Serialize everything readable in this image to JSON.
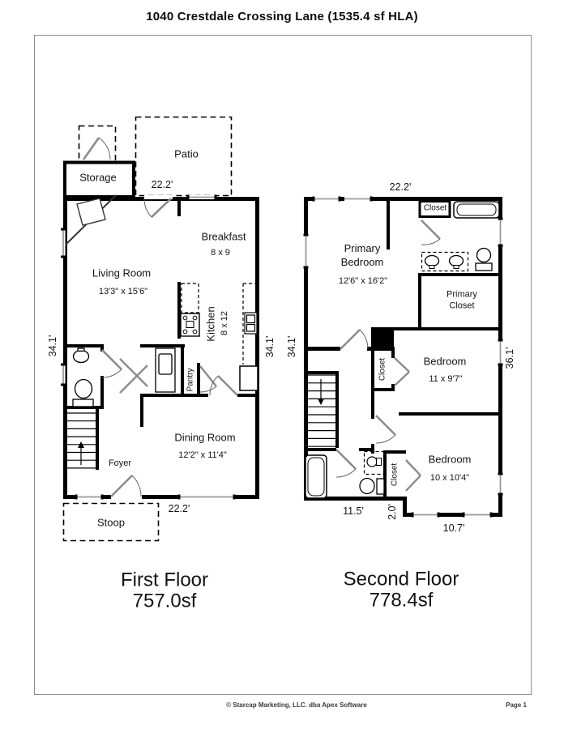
{
  "title": "1040 Crestdale Crossing Lane (1535.4 sf HLA)",
  "first_floor": {
    "title": "First Floor",
    "area": "757.0sf",
    "rooms": {
      "patio": "Patio",
      "storage": "Storage",
      "breakfast": "Breakfast",
      "breakfast_dim": "8 x 9",
      "living_room": "Living Room",
      "living_room_dim": "13'3\" x 15'6\"",
      "kitchen": "Kitchen",
      "kitchen_dim": "8 x 12",
      "pantry": "Pantry",
      "dining_room": "Dining Room",
      "dining_room_dim": "12'2\" x 11'4\"",
      "foyer": "Foyer",
      "stoop": "Stoop"
    },
    "dimensions": {
      "top": "22.2'",
      "bottom": "22.2'",
      "left": "34.1'",
      "right": "34.1'"
    }
  },
  "second_floor": {
    "title": "Second Floor",
    "area": "778.4sf",
    "rooms": {
      "primary_bedroom": "Primary Bedroom",
      "primary_bedroom_dim": "12'6\" x 16'2\"",
      "closet_top": "Closet",
      "primary_closet": "Primary Closet",
      "bedroom_mid": "Bedroom",
      "bedroom_mid_dim": "11 x 9'7\"",
      "closet_mid": "Closet",
      "bedroom_bottom": "Bedroom",
      "bedroom_bottom_dim": "10 x 10'4\"",
      "closet_bottom": "Closet"
    },
    "dimensions": {
      "top": "22.2'",
      "left": "34.1'",
      "right": "36.1'",
      "bottom_left": "11.5'",
      "step": "2.0'",
      "bottom_right": "10.7'"
    }
  },
  "footer": {
    "copyright": "© Starcap Marketing, LLC. dba Apex Software",
    "page": "Page 1"
  }
}
